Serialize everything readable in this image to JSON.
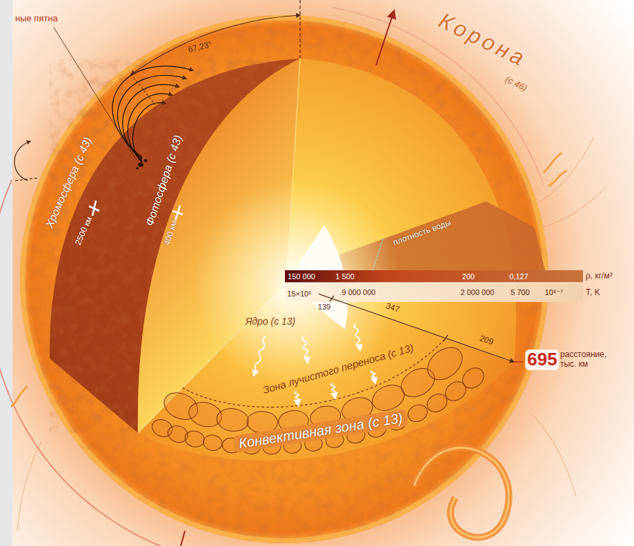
{
  "diagram": {
    "labels": [
      "ные пятна",
      "67,23°",
      "Корона",
      "(с 46)",
      "Хромосфера (с 43)",
      "2500 км",
      "Фотосфера (с 43)",
      "400 км",
      "плотность воды",
      "150 000",
      "1 500",
      "200",
      "0,127",
      "ρ, кг/м³",
      "15×10⁶",
      "139",
      "9 000 000",
      "2 000 000",
      "5 700",
      "10⁶⁻⁷",
      "T, K",
      "Ядро (с 13)",
      "347",
      "695",
      "расстояние, тыс. км",
      "Зона лучистого переноса (с 13)",
      "209",
      "Конвективная зона (с 13)"
    ]
  }
}
